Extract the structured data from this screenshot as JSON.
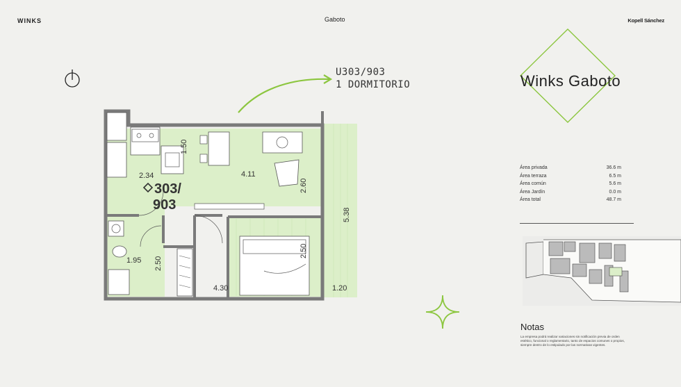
{
  "header": {
    "brand_left": "WINKS",
    "center": "Gaboto",
    "brand_right": "Kopell Sánchez"
  },
  "unit_label": {
    "line1": "U303/903",
    "line2": "1 DORMITORIO"
  },
  "plan": {
    "unit_number_line1": "303/",
    "unit_number_line2": "903",
    "dimensions": [
      "1.50",
      "2.34",
      "4.11",
      "2.60",
      "5.38",
      "1.95",
      "2.50",
      "2.50",
      "4.30",
      "1.20"
    ]
  },
  "project": {
    "title": "Winks Gaboto"
  },
  "areas": [
    {
      "label": "Área privada",
      "value": "36.6 m"
    },
    {
      "label": "Área terraza",
      "value": "6.5 m"
    },
    {
      "label": "Área común",
      "value": "5.6 m"
    },
    {
      "label": "Área Jardín",
      "value": "0.0 m"
    },
    {
      "label": "Área total",
      "value": "48.7 m"
    }
  ],
  "notes": {
    "title": "Notas",
    "text": "La empresa podrá realizar variaciones sin notificación previa de orden estético, funcional o reglamentario, tanto de espacios comunes o propios, siempre dentro de lo estipulado por las normativas vigentes."
  },
  "colors": {
    "accent": "#8cc63f",
    "floor": "#dcefc9",
    "wall": "#7a7a7a"
  }
}
